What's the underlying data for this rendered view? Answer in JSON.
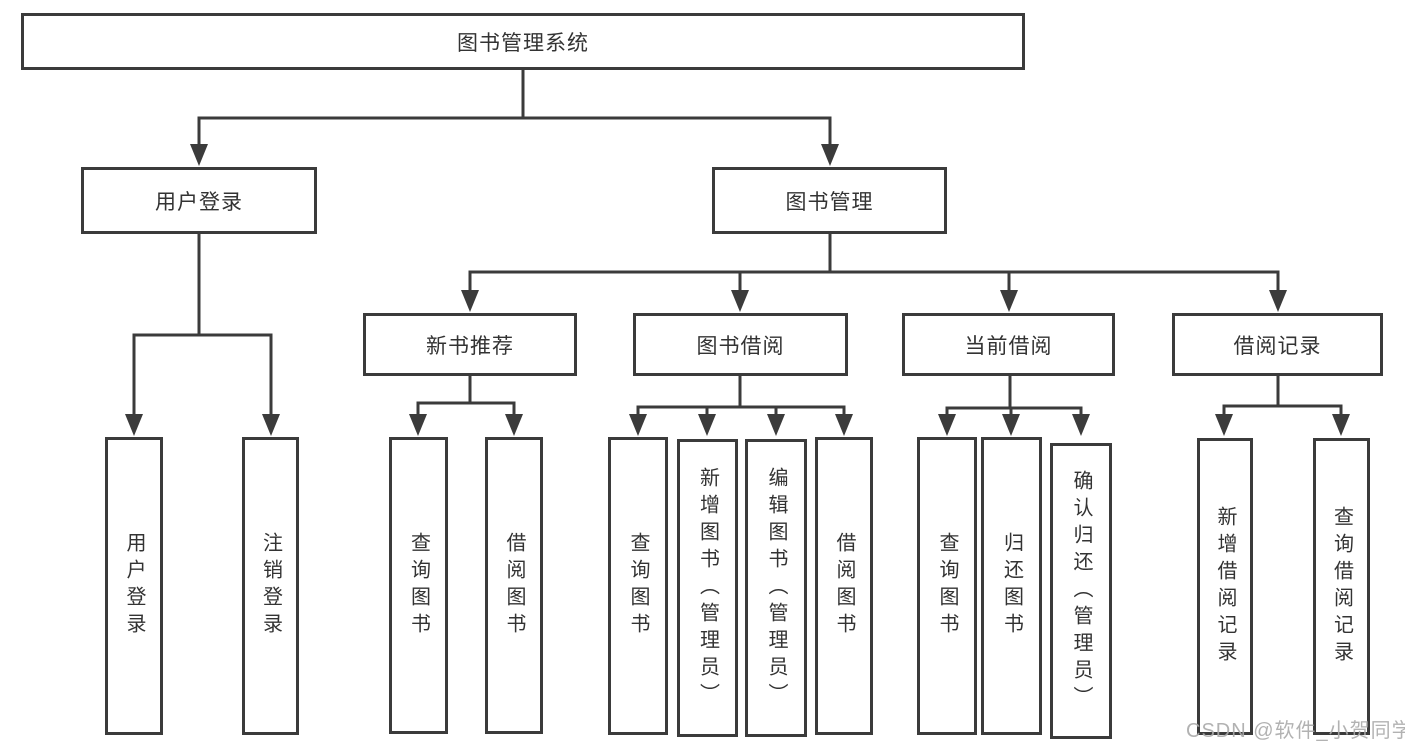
{
  "diagram": {
    "title": "图书管理系统",
    "level2": {
      "user_login": "用户登录",
      "book_mgmt": "图书管理"
    },
    "level3": {
      "new_books": "新书推荐",
      "book_borrow": "图书借阅",
      "current_borrow": "当前借阅",
      "borrow_records": "借阅记录"
    },
    "leaves": {
      "user_login": [
        "用户登录",
        "注销登录"
      ],
      "new_books": [
        "查询图书",
        "借阅图书"
      ],
      "book_borrow": [
        "查询图书",
        "新增图书（管理员）",
        "编辑图书（管理员）",
        "借阅图书"
      ],
      "current_borrow": [
        "查询图书",
        "归还图书",
        "确认归还（管理员）"
      ],
      "borrow_records": [
        "新增借阅记录",
        "查询借阅记录"
      ]
    },
    "watermark": "CSDN @软件_小贺同学",
    "colors": {
      "line": "#3b3b3b",
      "box_border": "#3b3b3b",
      "text": "#333333",
      "watermark": "#aaaaaa",
      "background": "#ffffff"
    }
  }
}
